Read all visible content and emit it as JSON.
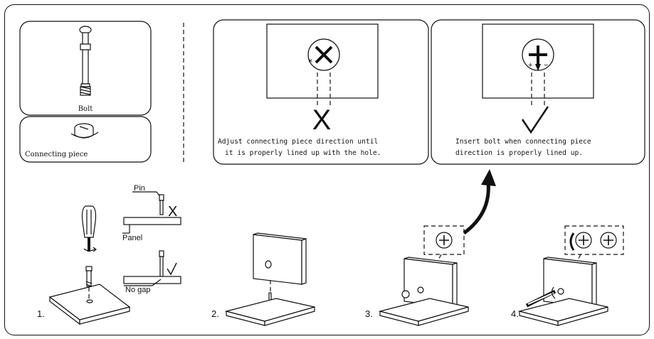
{
  "parts": {
    "bolt_label": "Bolt",
    "connecting_piece_label": "Connecting  piece"
  },
  "panels": {
    "wrong_caption_line1": "Adjust connecting piece direction until",
    "wrong_caption_line2": "it is properly lined up with the hole.",
    "wrong_mark": "X",
    "right_caption_line1": "Insert bolt when connecting piece",
    "right_caption_line2": "direction is properly lined up.",
    "right_mark": "✓",
    "plus_sign": "+",
    "minus_sign": "−",
    "cross_sign": "×"
  },
  "step1": {
    "number": "1.",
    "pin_label": "Pin",
    "panel_label": "Panel",
    "no_gap_label": "No gap",
    "wrong_mark": "X",
    "right_mark": "✓"
  },
  "steps": {
    "step2_number": "2.",
    "step3_number": "3.",
    "step4_number": "4."
  }
}
